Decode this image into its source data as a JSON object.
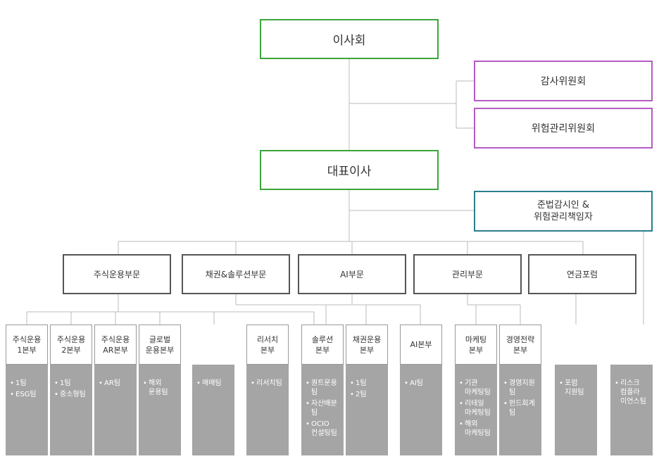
{
  "board": "이사회",
  "committees": [
    "감사위원회",
    "위험관리위원회"
  ],
  "ceo": "대표이사",
  "compliance": [
    "준법감시인 &",
    "위험관리책임자"
  ],
  "divisions": [
    "주식운용부문",
    "채권&솔루션부문",
    "AI부문",
    "관리부문",
    "연금포럼"
  ],
  "departments": [
    {
      "name": [
        "주식운용",
        "1본부"
      ],
      "items": [
        [
          "1팀"
        ],
        [
          "ESG팀"
        ]
      ]
    },
    {
      "name": [
        "주식운용",
        "2본부"
      ],
      "items": [
        [
          "1팀"
        ],
        [
          "중소형팀"
        ]
      ]
    },
    {
      "name": [
        "주식운용",
        "AR본부"
      ],
      "items": [
        [
          "AR팀"
        ]
      ]
    },
    {
      "name": [
        "글로벌",
        "운용본부"
      ],
      "items": [
        [
          "해외",
          "운용팀"
        ]
      ]
    },
    {
      "name": [],
      "items": [
        [
          "매매팀"
        ]
      ]
    },
    {
      "name": [
        "리서치",
        "본부"
      ],
      "items": [
        [
          "리서치팀"
        ]
      ]
    },
    {
      "name": [
        "솔루션",
        "본부"
      ],
      "items": [
        [
          "퀀트운용팀"
        ],
        [
          "자산배분팀"
        ],
        [
          "OCIO",
          "컨설팅팀"
        ]
      ]
    },
    {
      "name": [
        "채권운용",
        "본부"
      ],
      "items": [
        [
          "1팀"
        ],
        [
          "2팀"
        ]
      ]
    },
    {
      "name": [
        "AI본부"
      ],
      "items": [
        [
          "AI팀"
        ]
      ]
    },
    {
      "name": [
        "마케팅",
        "본부"
      ],
      "items": [
        [
          "기관",
          "마케팅팀"
        ],
        [
          "리테일",
          "마케팅팀"
        ],
        [
          "해외",
          "마케팅팀"
        ]
      ]
    },
    {
      "name": [
        "경영전략",
        "본부"
      ],
      "items": [
        [
          "경영지원팀"
        ],
        [
          "펀드회계팀"
        ]
      ]
    },
    {
      "name": [],
      "items": [
        [
          "포럼",
          "지원팀"
        ]
      ]
    },
    {
      "name": [],
      "items": [
        [
          "리스크",
          "컴플라",
          "이언스팀"
        ]
      ]
    }
  ],
  "bullet": "•",
  "colors": {
    "board": "#3aa53a",
    "committee": "#b55bc4",
    "compliance": "#2a7f8c",
    "division": "#555555",
    "dept_body": "#a5a5a5",
    "line": "#bbbbbb"
  }
}
